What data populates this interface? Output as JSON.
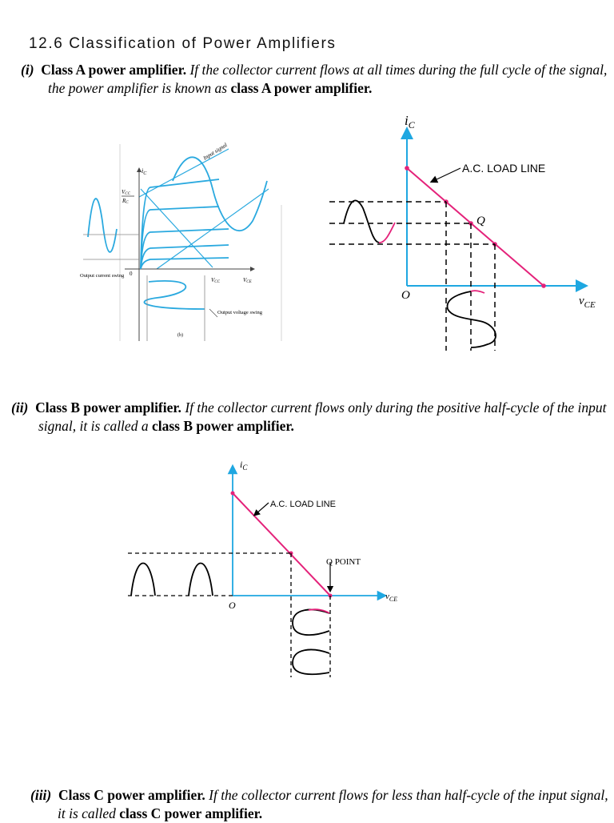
{
  "heading": "12.6  Classification of Power Amplifiers",
  "sections": [
    {
      "number": "(i)",
      "term": "Class A power amplifier.",
      "definition": "If the collector current flows at all times during the full cycle of the signal, the power amplifier is known as",
      "emphasis": "class A power amplifier."
    },
    {
      "number": "(ii)",
      "term": "Class B power amplifier.",
      "definition": "If the collector current flows only during the positive half-cycle of the input signal, it is called a",
      "emphasis": "class B power amplifier."
    },
    {
      "number": "(iii)",
      "term": "Class C power amplifier.",
      "definition": "If the collector current flows for less than half-cycle of the input signal, it is called",
      "emphasis": "class C power amplifier."
    }
  ],
  "figure_a_left": {
    "ic_label": "i",
    "ic_sub": "C",
    "vcc_over_rc_num": "V",
    "vcc_over_rc_num_sub": "CC",
    "vcc_over_rc_den": "R",
    "vcc_over_rc_den_sub": "C",
    "input_signal": "Input signal",
    "output_current_swing": "Output current swing",
    "origin": "0",
    "vcc_label": "V",
    "vcc_sub": "CC",
    "vce_label": "V",
    "vce_sub": "CE",
    "output_voltage_swing": "Output voltage swing",
    "caption": "(b)"
  },
  "figure_a_right": {
    "ic_label": "i",
    "ic_sub": "C",
    "load_line": "A.C. LOAD LINE",
    "q_label": "Q",
    "origin": "O",
    "vce_label": "v",
    "vce_sub": "CE"
  },
  "figure_b": {
    "ic_label": "i",
    "ic_sub": "C",
    "load_line": "A.C. LOAD LINE",
    "q_point": "Q POINT",
    "origin": "O",
    "vce_label": "v",
    "vce_sub": "CE"
  },
  "colors": {
    "axis_blue": "#1ea7e1",
    "load_line_pink": "#e4227a",
    "curve_blue": "#2aa9df",
    "dash_black": "#000000"
  }
}
